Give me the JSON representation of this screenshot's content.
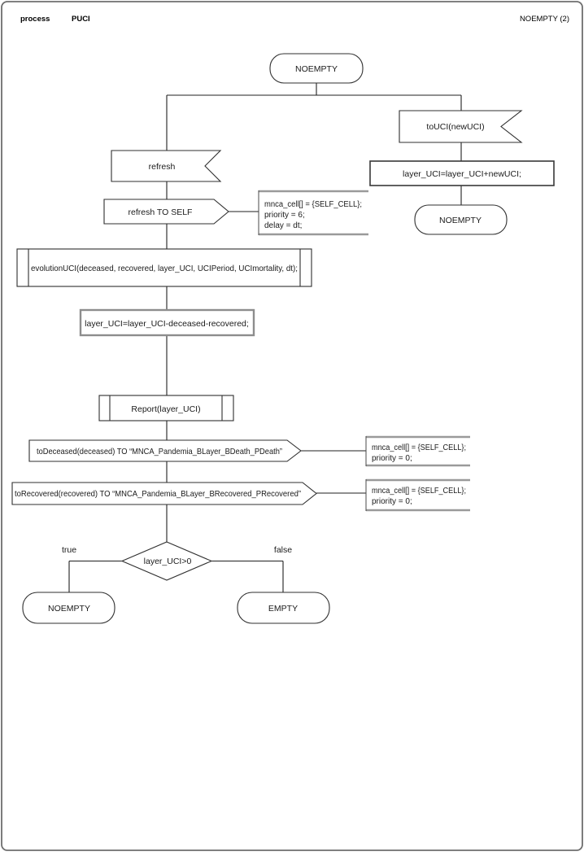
{
  "header": {
    "kind": "process",
    "process_name": "PUCI",
    "page_title": "NOEMPTY (2)"
  },
  "colors": {
    "ink": "#1a1a1a",
    "comment_gray": "#9a9a9a",
    "background": "#ffffff"
  },
  "nodes": {
    "start_state": "NOEMPTY",
    "input_touci": "toUCI(newUCI)",
    "task_add": "layer_UCI=layer_UCI+newUCI;",
    "state_right": "NOEMPTY",
    "input_refresh": "refresh",
    "output_refresh_self": "refresh TO SELF",
    "comment_refresh": {
      "lines": [
        "mnca_cell[] = {SELF_CELL};",
        "priority = 6;",
        "delay = dt;"
      ]
    },
    "proc_evolution": "evolutionUCI(deceased, recovered, layer_UCI, UCIPeriod, UCImortality, dt);",
    "task_sub": "layer_UCI=layer_UCI-deceased-recovered;",
    "proc_report": "Report(layer_UCI)",
    "output_deceased": "toDeceased(deceased) TO “MNCA_Pandemia_BLayer_BDeath_PDeath”",
    "comment_deceased": {
      "lines": [
        "mnca_cell[] = {SELF_CELL};",
        "priority = 0;"
      ]
    },
    "output_recovered": "toRecovered(recovered) TO “MNCA_Pandemia_BLayer_BRecovered_PRecovered”",
    "comment_recovered": {
      "lines": [
        "mnca_cell[] = {SELF_CELL};",
        "priority = 0;"
      ]
    },
    "decision": "layer_UCI>0",
    "branch_true": "true",
    "branch_false": "false",
    "state_true": "NOEMPTY",
    "state_false": "EMPTY"
  }
}
